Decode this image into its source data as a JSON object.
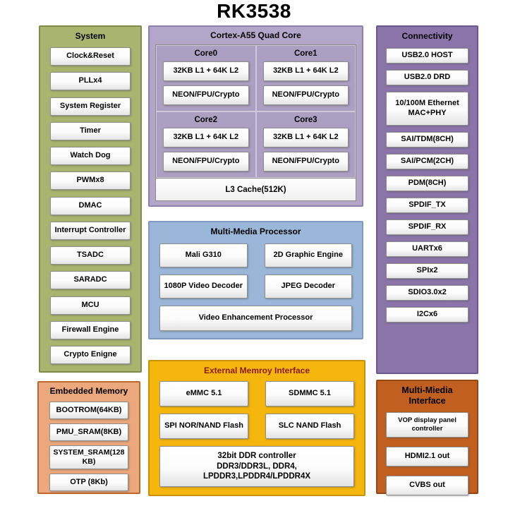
{
  "title": "RK3538",
  "colors": {
    "system-bg": "#a9b46e",
    "system-border": "#7f8b4d",
    "cortex-bg": "#b3a6c8",
    "cortex-border": "#8d80ac",
    "core-bg": "#ac9fc2",
    "mmp-bg": "#9ab7d9",
    "mmp-border": "#7e9cc2",
    "connectivity-bg": "#8a74a9",
    "connectivity-border": "#6c5890",
    "embedded-bg": "#eca87d",
    "embedded-border": "#c0662a",
    "emi-bg": "#f5b60d",
    "emi-border": "#c69105",
    "emi-header-text": "#8b1a05",
    "mmi-bg": "#c05f20",
    "mmi-border": "#944613"
  },
  "system": {
    "header": "System",
    "items": [
      "Clock&Reset",
      "PLLx4",
      "System Register",
      "Timer",
      "Watch Dog",
      "PWMx8",
      "DMAC",
      "Interrupt Controller",
      "TSADC",
      "SARADC",
      "MCU",
      "Firewall Engine",
      "Crypto Enigne"
    ]
  },
  "cortex": {
    "header": "Cortex-A55 Quad Core",
    "cores": [
      {
        "name": "Core0",
        "cache": "32KB L1 + 64K L2",
        "simd": "NEON/FPU/Crypto"
      },
      {
        "name": "Core1",
        "cache": "32KB L1 + 64K L2",
        "simd": "NEON/FPU/Crypto"
      },
      {
        "name": "Core2",
        "cache": "32KB L1 + 64K L2",
        "simd": "NEON/FPU/Crypto"
      },
      {
        "name": "Core3",
        "cache": "32KB L1 + 64K L2",
        "simd": "NEON/FPU/Crypto"
      }
    ],
    "l3": "L3 Cache(512K)"
  },
  "mmp": {
    "header": "Multi-Media Processor",
    "items": [
      "Mali G310",
      "2D Graphic Engine",
      "1080P Video Decoder",
      "JPEG Decoder"
    ],
    "full": "Video Enhancement Processor"
  },
  "emi": {
    "header": "External Memroy Interface",
    "items": [
      "eMMC 5.1",
      "SDMMC 5.1",
      "SPI NOR/NAND  Flash",
      "SLC NAND  Flash"
    ],
    "ddr": {
      "line1": "32bit DDR controller",
      "line2": "DDR3/DDR3L, DDR4, LPDDR3,LPDDR4/LPDDR4X"
    }
  },
  "connectivity": {
    "header": "Connectivity",
    "items": [
      "USB2.0 HOST",
      "USB2.0 DRD",
      "10/100M Ethernet MAC+PHY",
      "SAI/TDM(8CH)",
      "SAI/PCM(2CH)",
      "PDM(8CH)",
      "SPDIF_TX",
      "SPDIF_RX",
      "UARTx6",
      "SPIx2",
      "SDIO3.0x2",
      "I2Cx6"
    ]
  },
  "embedded": {
    "header": "Embedded Memory",
    "items": [
      "BOOTROM(64KB)",
      "PMU_SRAM(8KB)",
      "SYSTEM_SRAM(128KB)",
      "OTP (8Kb)"
    ]
  },
  "mmi": {
    "header": "Multi-Miedia Interface",
    "items": [
      "VOP  display panel controller",
      "HDMI2.1 out",
      "CVBS out"
    ]
  }
}
